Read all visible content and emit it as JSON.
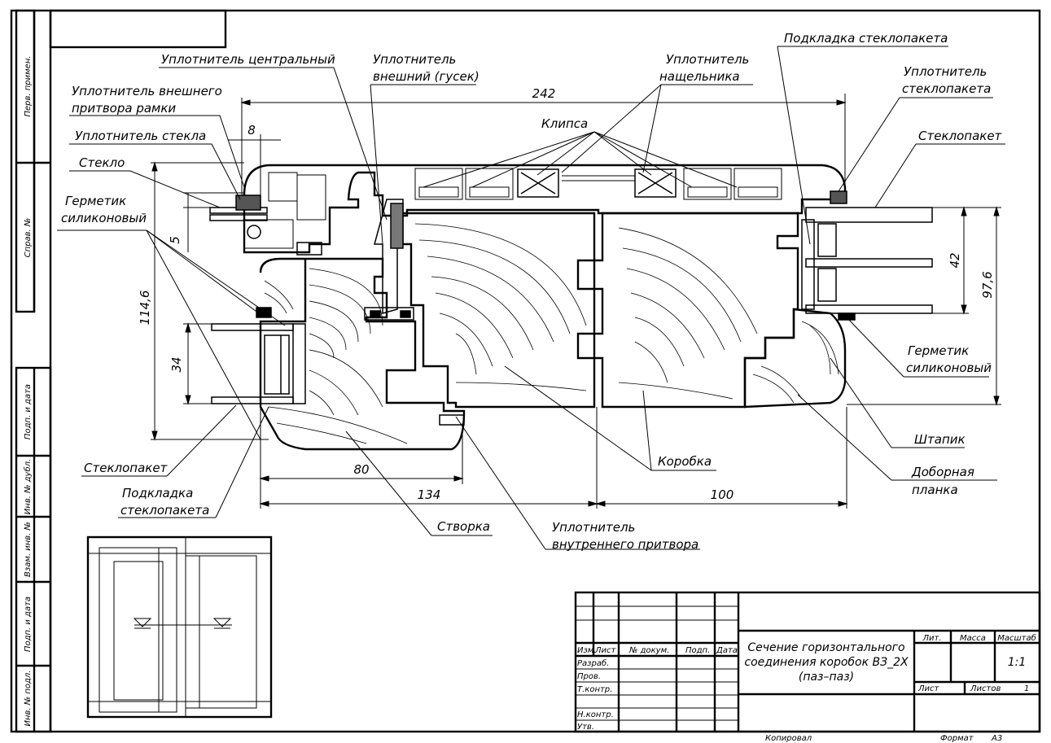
{
  "labels": {
    "central_seal": "Уплотнитель центральный",
    "outer_seal_l1": "Уплотнитель",
    "outer_seal_l2": "внешний (гусек)",
    "strike_seal_l1": "Уплотнитель",
    "strike_seal_l2": "нащельника",
    "glazing_spacer_top": "Подкладка стеклопакета",
    "glazing_seal_l1": "Уплотнитель",
    "glazing_seal_l2": "стеклопакета",
    "ext_frame_seal_l1": "Уплотнитель внешнего",
    "ext_frame_seal_l2": "притвора рамки",
    "glass_seal": "Уплотнитель стекла",
    "glass": "Стекло",
    "clip": "Клипса",
    "glazing_unit_right": "Стеклопакет",
    "sealant_left_l1": "Герметик",
    "sealant_left_l2": "силиконовый",
    "sealant_right_l1": "Герметик",
    "sealant_right_l2": "силиконовый",
    "bead": "Штапик",
    "extra_plank_l1": "Доборная",
    "extra_plank_l2": "планка",
    "box": "Коробка",
    "glazing_unit_left": "Стеклопакет",
    "glazing_spacer_left_l1": "Подкладка",
    "glazing_spacer_left_l2": "стеклопакета",
    "sash": "Створка",
    "inner_seal_l1": "Уплотнитель",
    "inner_seal_l2": "внутреннего притвора"
  },
  "dimensions": {
    "overall_width": "242",
    "gap": "8",
    "offset": "5",
    "height_left": "114,6",
    "glazing_left": "34",
    "glazing_right": "42",
    "height_right": "97,6",
    "sash_width": "80",
    "left_width": "134",
    "right_width": "100"
  },
  "side_stamps": [
    "Перв. примен.",
    "Справ. №",
    "Подп. и дата",
    "Инв. № дубл.",
    "Взам. инв. №",
    "Подп. и дата",
    "Инв. № подл."
  ],
  "title_block": {
    "title_l1": "Сечение горизонтального",
    "title_l2": "соединения коробок ВЗ_2Х",
    "title_l3": "(паз–паз)",
    "col_izm": "Изм.",
    "col_list": "Лист",
    "col_doc": "№ докум.",
    "col_sign": "Подп.",
    "col_date": "Дата",
    "row_razrab": "Разраб.",
    "row_prov": "Пров.",
    "row_tkontr": "Т.контр.",
    "row_nkontr": "Н.контр.",
    "row_utv": "Утв.",
    "lit": "Лит.",
    "mass": "Масса",
    "scale_hdr": "Масштаб",
    "scale": "1:1",
    "sheet": "Лист",
    "sheets": "Листов",
    "sheets_count": "1",
    "copied": "Копировал",
    "format": "Формат",
    "format_val": "А3"
  }
}
